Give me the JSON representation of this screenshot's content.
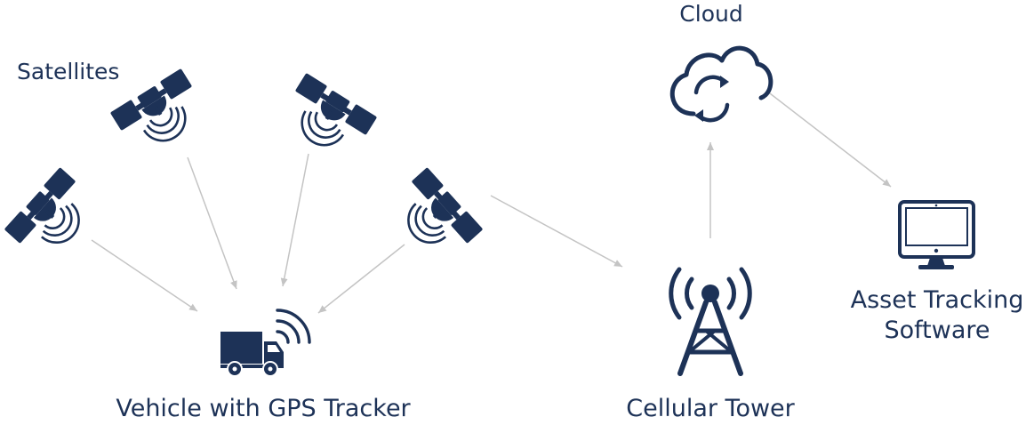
{
  "labels": {
    "satellites": "Satellites",
    "cloud": "Cloud",
    "vehicle": "Vehicle with GPS Tracker",
    "tower": "Cellular Tower",
    "software_line1": "Asset Tracking",
    "software_line2": "Software"
  },
  "colors": {
    "icon": "#1d3257",
    "arrow": "#c4c4c4",
    "background": "#ffffff"
  },
  "icons": [
    "satellite-icon",
    "truck-icon",
    "signal-waves-icon",
    "cell-tower-icon",
    "cloud-sync-icon",
    "monitor-icon"
  ]
}
